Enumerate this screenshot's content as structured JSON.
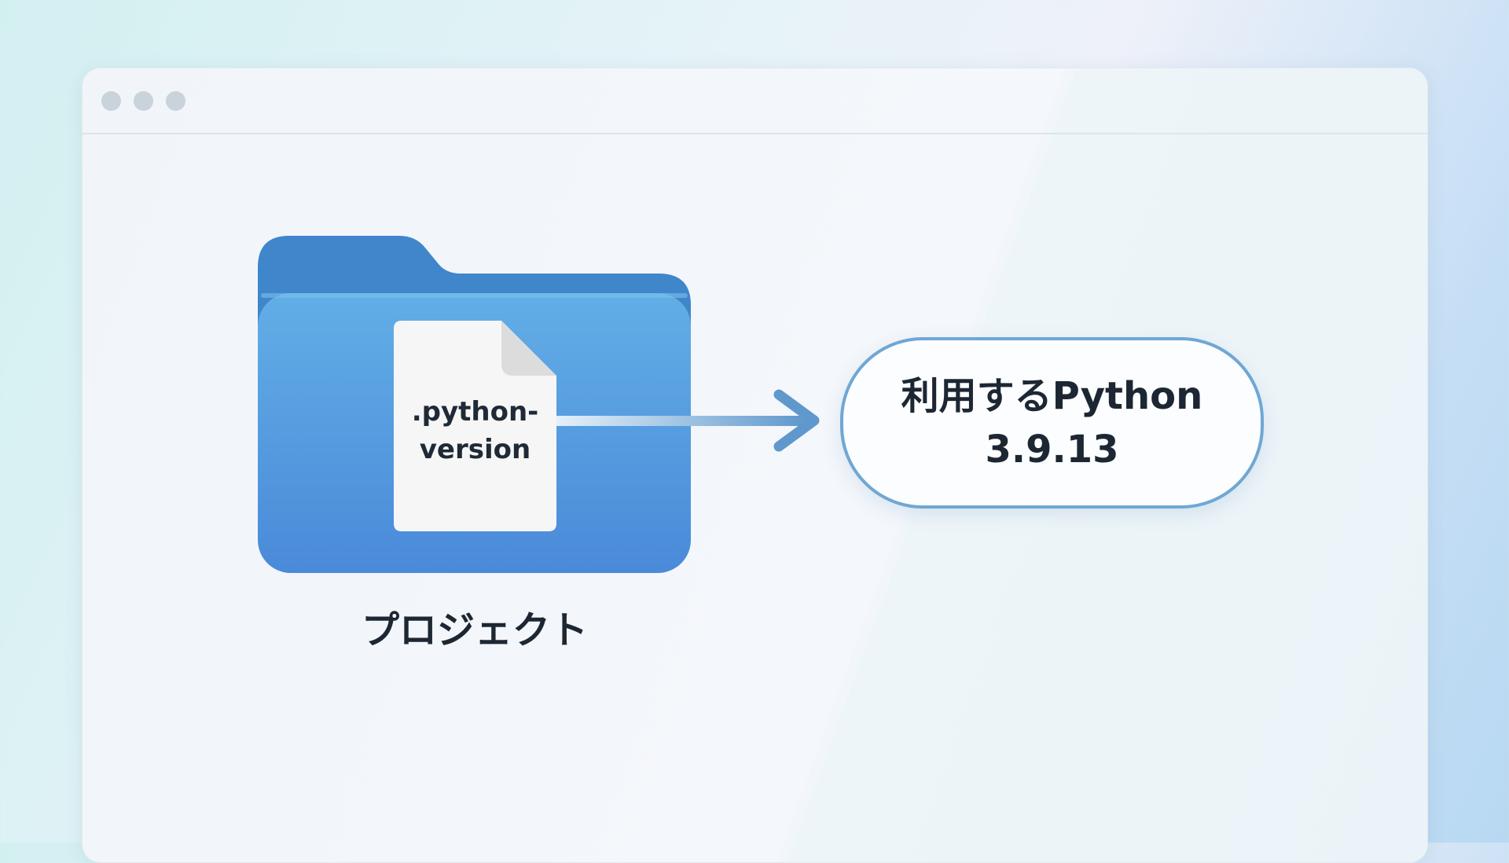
{
  "window": {
    "controls": [
      "close",
      "minimize",
      "maximize"
    ]
  },
  "folder": {
    "label": "プロジェクト",
    "color": "#4a90dc"
  },
  "file": {
    "line1": ".python-",
    "line2": "version"
  },
  "result": {
    "line1": "利用するPython",
    "line2": "3.9.13",
    "border_color": "#6fa7d4"
  }
}
